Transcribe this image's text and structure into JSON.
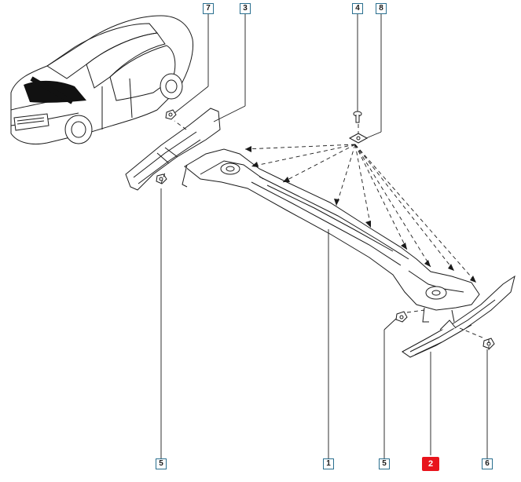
{
  "callouts": [
    {
      "id": "c7a",
      "label": "7"
    },
    {
      "id": "c3",
      "label": "3"
    },
    {
      "id": "c4",
      "label": "4"
    },
    {
      "id": "c8",
      "label": "8"
    },
    {
      "id": "c5a",
      "label": "5"
    },
    {
      "id": "c1",
      "label": "1"
    },
    {
      "id": "c5b",
      "label": "5"
    },
    {
      "id": "c2",
      "label": "2",
      "highlight": true
    },
    {
      "id": "c6",
      "label": "6"
    }
  ],
  "colors": {
    "line": "#1a1a1a",
    "callout_border": "#2a6f8f",
    "highlight": "#e8141c",
    "car_front": "#111111"
  }
}
